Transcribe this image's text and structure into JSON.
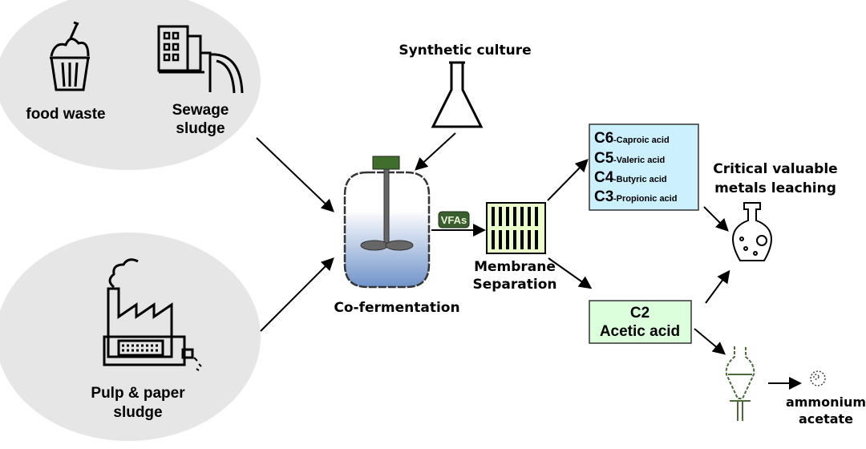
{
  "feedstocks": {
    "food_waste": "food waste",
    "sewage_sludge": [
      "Sewage",
      "sludge"
    ],
    "pulp_paper_sludge": [
      "Pulp & paper",
      "sludge"
    ]
  },
  "synthetic_culture": "Synthetic culture",
  "reactor": {
    "label": "Co-fermentation",
    "motor_color": "#3f6f2a"
  },
  "vfas_badge": "VFAs",
  "membrane": {
    "label": [
      "Membrane",
      "Separation"
    ],
    "fill": "#ebffc8"
  },
  "acids_box": {
    "fill": "#cdf0ff",
    "items": [
      {
        "code": "C6",
        "name": "-Caproic acid"
      },
      {
        "code": "C5",
        "name": "-Valeric acid"
      },
      {
        "code": "C4",
        "name": "-Butyric acid"
      },
      {
        "code": "C3",
        "name": "-Propionic acid"
      }
    ]
  },
  "acetic_box": {
    "fill": "#dcffdc",
    "code": "C2",
    "name": "Acetic acid"
  },
  "leaching": {
    "label": [
      "Critical valuable",
      "metals leaching"
    ]
  },
  "product": {
    "label": [
      "ammonium",
      "acetate"
    ]
  }
}
